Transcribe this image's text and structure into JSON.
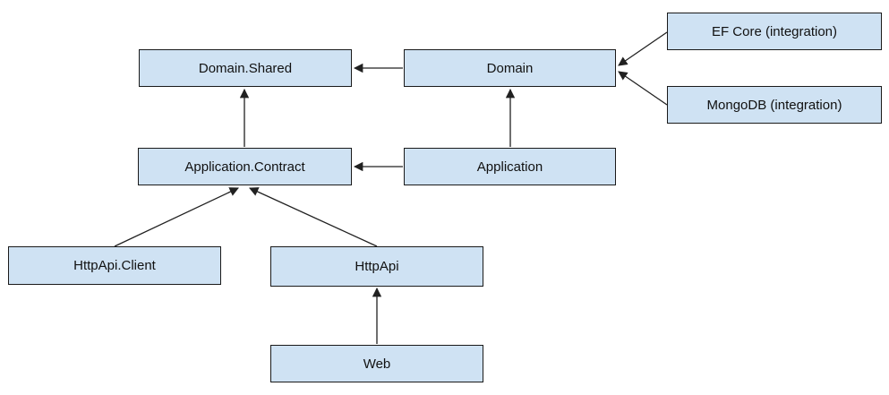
{
  "diagram": {
    "type": "dependency-diagram",
    "colors": {
      "node_fill": "#cfe2f3",
      "node_border": "#1a1a1a",
      "arrow": "#212121",
      "background": "#ffffff",
      "text": "#111111"
    },
    "nodes": [
      {
        "id": "domain-shared",
        "label": "Domain.Shared"
      },
      {
        "id": "domain",
        "label": "Domain"
      },
      {
        "id": "ef-core-integration",
        "label": "EF Core (integration)"
      },
      {
        "id": "mongodb-integration",
        "label": "MongoDB (integration)"
      },
      {
        "id": "application-contract",
        "label": "Application.Contract"
      },
      {
        "id": "application",
        "label": "Application"
      },
      {
        "id": "httpapi-client",
        "label": "HttpApi.Client"
      },
      {
        "id": "httpapi",
        "label": "HttpApi"
      },
      {
        "id": "web",
        "label": "Web"
      }
    ],
    "edges": [
      {
        "from": "Domain",
        "to": "Domain.Shared"
      },
      {
        "from": "EF Core (integration)",
        "to": "Domain"
      },
      {
        "from": "MongoDB (integration)",
        "to": "Domain"
      },
      {
        "from": "Application.Contract",
        "to": "Domain.Shared"
      },
      {
        "from": "Application",
        "to": "Application.Contract"
      },
      {
        "from": "Application",
        "to": "Domain"
      },
      {
        "from": "HttpApi.Client",
        "to": "Application.Contract"
      },
      {
        "from": "HttpApi",
        "to": "Application.Contract"
      },
      {
        "from": "Web",
        "to": "HttpApi"
      }
    ]
  }
}
